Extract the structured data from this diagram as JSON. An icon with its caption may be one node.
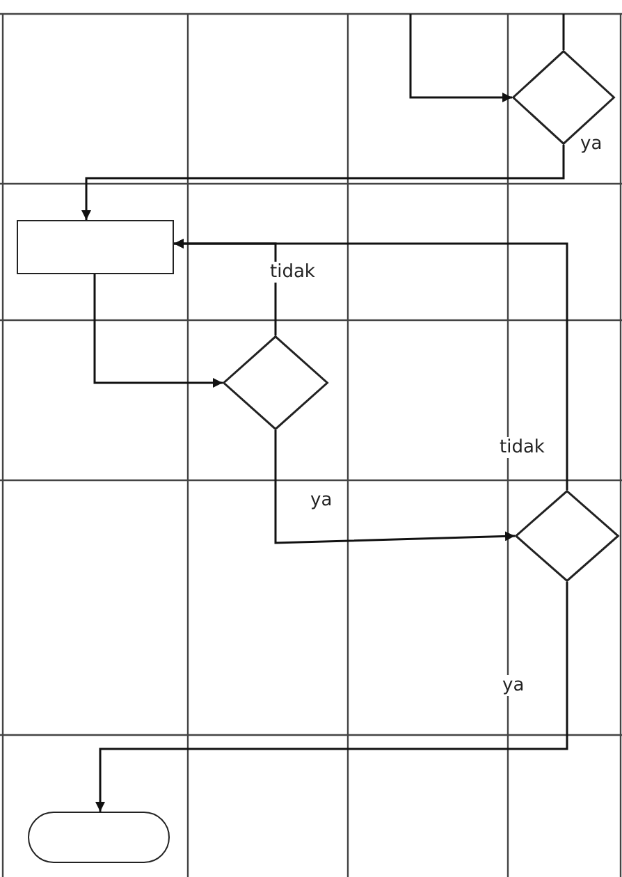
{
  "diagram": {
    "nodes": [
      {
        "text": [],
        "shape": "diamond"
      },
      {
        "text": [],
        "shape": "box"
      },
      {
        "text": [],
        "shape": "diamond"
      },
      {
        "text": [],
        "shape": "diamond"
      },
      {
        "text": [],
        "shape": "terminator"
      }
    ],
    "edges": [
      {
        "from": null,
        "to": 0,
        "arrow": "to"
      },
      {
        "from": 0,
        "to": null,
        "arrow": "none"
      },
      {
        "from": 0,
        "to": 1,
        "arrow": "to",
        "label": "ya"
      },
      {
        "from": 1,
        "to": 2,
        "arrow": "to"
      },
      {
        "from": 2,
        "to": 1,
        "arrow": "to",
        "label": "tidak"
      },
      {
        "from": 2,
        "to": 3,
        "arrow": "to",
        "label": "ya"
      },
      {
        "from": 3,
        "to": 1,
        "arrow": "to",
        "label": "tidak"
      },
      {
        "from": 3,
        "to": 4,
        "arrow": "to",
        "label": "ya"
      }
    ]
  }
}
